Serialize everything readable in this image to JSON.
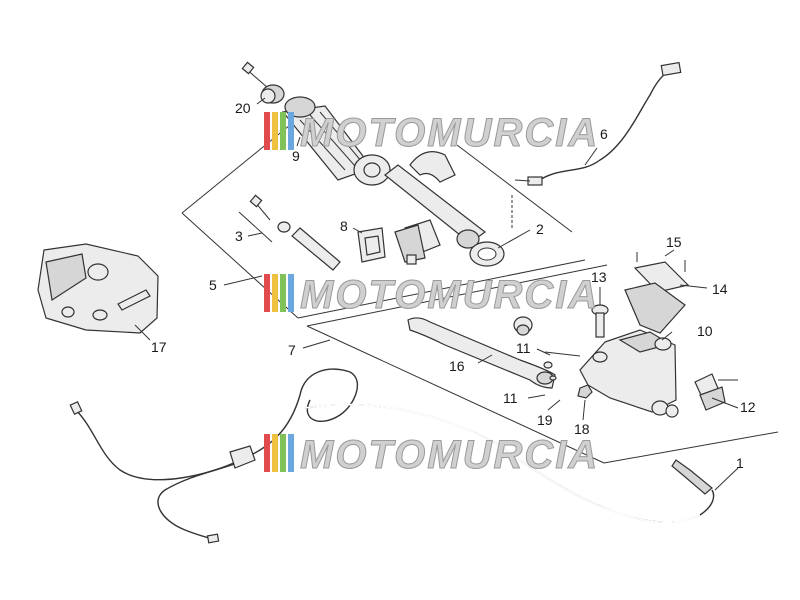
{
  "watermark": {
    "text": "MOTOMURCIA",
    "stripe_colors": [
      "#e24b4b",
      "#f0c040",
      "#7fc25a",
      "#6aa7de"
    ]
  },
  "callouts": [
    {
      "id": "1",
      "label": "1"
    },
    {
      "id": "2",
      "label": "2"
    },
    {
      "id": "3",
      "label": "3"
    },
    {
      "id": "5",
      "label": "5"
    },
    {
      "id": "6",
      "label": "6"
    },
    {
      "id": "7",
      "label": "7"
    },
    {
      "id": "8",
      "label": "8"
    },
    {
      "id": "9",
      "label": "9"
    },
    {
      "id": "10",
      "label": "10"
    },
    {
      "id": "11a",
      "label": "11"
    },
    {
      "id": "11b",
      "label": "11"
    },
    {
      "id": "12",
      "label": "12"
    },
    {
      "id": "13",
      "label": "13"
    },
    {
      "id": "14",
      "label": "14"
    },
    {
      "id": "15",
      "label": "15"
    },
    {
      "id": "16",
      "label": "16"
    },
    {
      "id": "17",
      "label": "17"
    },
    {
      "id": "18",
      "label": "18"
    },
    {
      "id": "19",
      "label": "19"
    },
    {
      "id": "20",
      "label": "20"
    }
  ]
}
